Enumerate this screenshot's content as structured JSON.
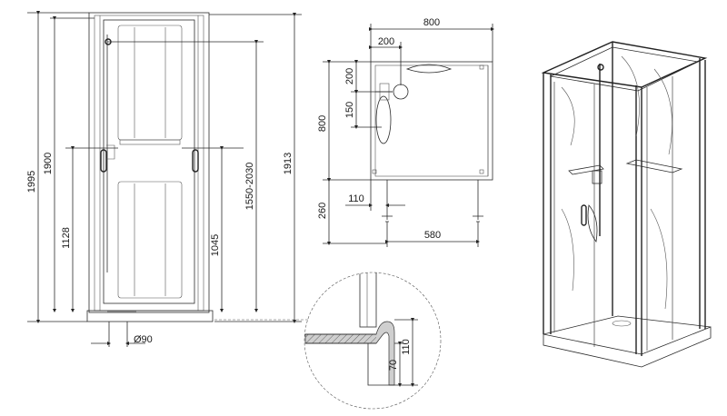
{
  "front_view": {
    "dims": {
      "total_height": "1995",
      "frame_height": "1900",
      "handle_height": "1128",
      "shower_bar_height": "1045",
      "shower_range": "1550-2030",
      "panel_height": "1913",
      "drain_diameter": "Ø90"
    }
  },
  "top_view": {
    "dims": {
      "width": "800",
      "offset_x": "200",
      "offset_y": "200",
      "spacing": "150",
      "depth": "800",
      "base": "260",
      "small_offset": "110",
      "tap_spacing": "580"
    }
  },
  "detail_view": {
    "dims": {
      "tray_height": "110",
      "rim_height": "70"
    }
  },
  "colors": {
    "line": "#2a2a2a",
    "fill": "#cfcfcf",
    "background": "#ffffff"
  }
}
